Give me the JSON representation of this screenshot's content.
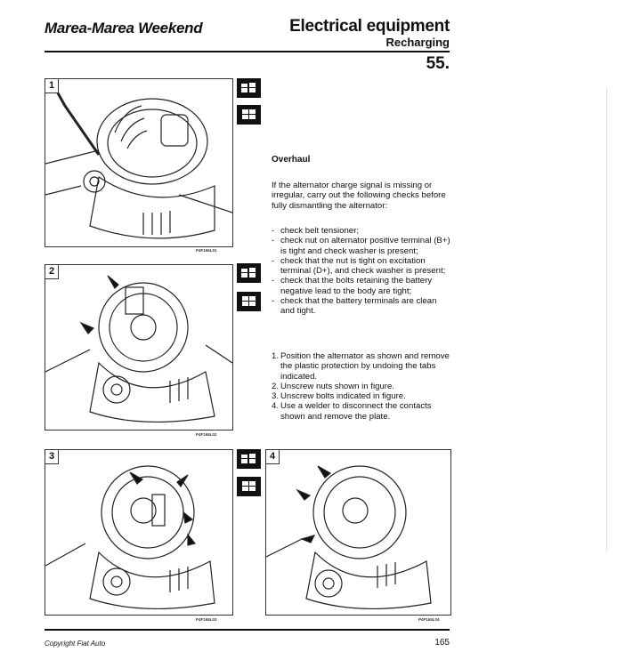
{
  "header": {
    "doc_title": "Marea-Marea Weekend",
    "section_title": "Electrical equipment",
    "subsection": "Recharging",
    "section_number": "55."
  },
  "figures": [
    {
      "number": "1",
      "caption": "P4F165L01"
    },
    {
      "number": "2",
      "caption": "P4F165L02"
    },
    {
      "number": "3",
      "caption": "P4F165L03"
    },
    {
      "number": "4",
      "caption": "P4F165L04"
    }
  ],
  "icons": [
    "procedure-icon",
    "grid-icon"
  ],
  "content": {
    "heading": "Overhaul",
    "intro": "If the alternator charge signal is missing or irregular, carry out the following checks before fully dismantling the alternator:",
    "checks": [
      "check belt tensioner;",
      "check nut on alternator positive terminal (B+) is tight and check washer is present;",
      "check that the nut is tight on excitation terminal (D+), and check washer is present;",
      "check that the bolts retaining the battery negative lead to the body are tight;",
      "check that the battery terminals are clean and tight."
    ],
    "steps": [
      {
        "n": "1.",
        "text": "Position the alternator as shown and remove the plastic protection by undoing the tabs indicated."
      },
      {
        "n": "2.",
        "text": "Unscrew nuts shown in figure."
      },
      {
        "n": "3.",
        "text": "Unscrew bolts indicated in figure."
      },
      {
        "n": "4.",
        "text": "Use a welder to disconnect the contacts shown and remove the plate."
      }
    ]
  },
  "footer": {
    "copyright": "Copyright Fiat Auto",
    "page_number": "165"
  }
}
